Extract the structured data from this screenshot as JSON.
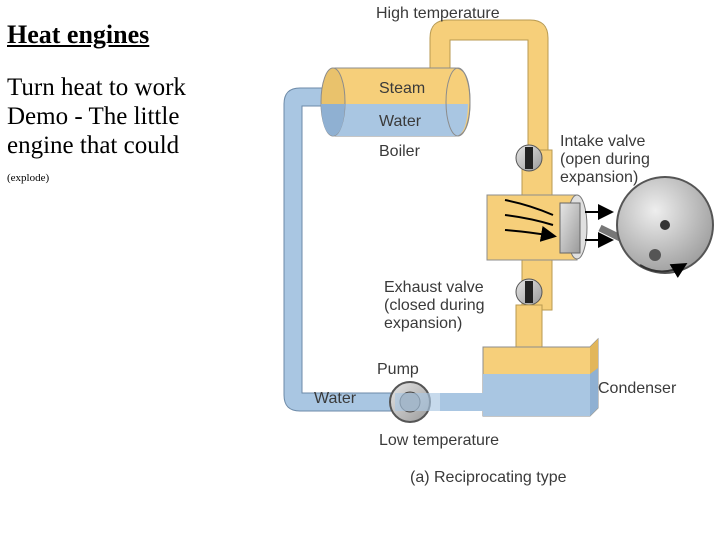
{
  "title": "Heat engines",
  "body_lines": [
    "Turn heat to work",
    "Demo - The little",
    "engine that could"
  ],
  "small_note": "(explode)",
  "diagram": {
    "labels": {
      "high_temperature": "High temperature",
      "steam": "Steam",
      "water_boiler": "Water",
      "boiler": "Boiler",
      "intake_valve_1": "Intake valve",
      "intake_valve_2": "(open during",
      "intake_valve_3": "expansion)",
      "exhaust_valve_1": "Exhaust valve",
      "exhaust_valve_2": "(closed during",
      "exhaust_valve_3": "expansion)",
      "pump": "Pump",
      "water_return": "Water",
      "condenser": "Condenser",
      "low_temperature": "Low temperature",
      "caption": "(a)  Reciprocating type"
    },
    "colors": {
      "steam": "#f6cf7a",
      "water": "#a9c6e2",
      "metal": "#bdbdbd",
      "outline": "#7a7a7a"
    }
  }
}
